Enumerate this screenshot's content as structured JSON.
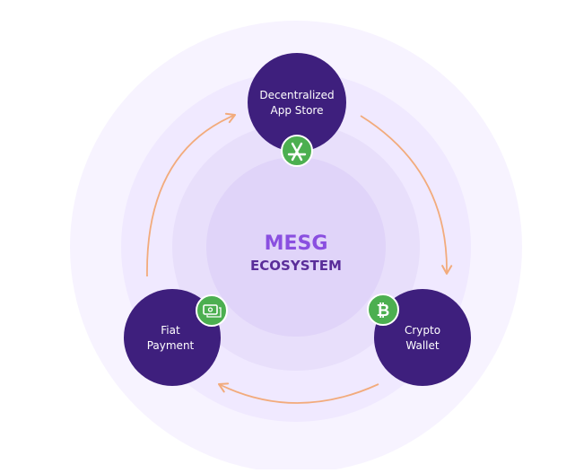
{
  "center": {
    "title": "MESG",
    "subtitle": "ECOSYSTEM"
  },
  "nodes": {
    "app_store": {
      "line1": "Decentralized",
      "line2": "App Store"
    },
    "crypto_wallet": {
      "line1": "Crypto",
      "line2": "Wallet"
    },
    "fiat_payment": {
      "line1": "Fiat",
      "line2": "Payment"
    }
  },
  "icons": {
    "app_store": "app-store-icon",
    "crypto_wallet": "bitcoin-icon",
    "fiat_payment": "cash-icon"
  },
  "colors": {
    "ring_outer": "#f6f2ff",
    "ring_2": "#efe8ff",
    "ring_3": "#e6dcfb",
    "ring_inner": "#ddd0f8",
    "node": "#3e1f7d",
    "badge": "#4caf50",
    "arrow": "#f2ab7c",
    "title_text": "#8a4fe0",
    "subtitle_text": "#5a2d9a"
  }
}
